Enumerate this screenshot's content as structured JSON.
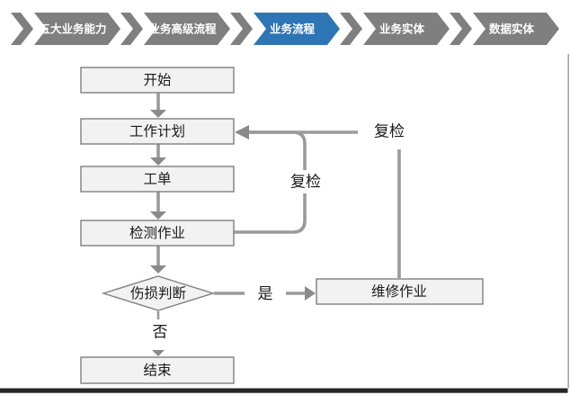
{
  "breadcrumb": {
    "items": [
      {
        "label": "五大业务能力",
        "active": false
      },
      {
        "label": "业务高级流程",
        "active": false
      },
      {
        "label": "业务流程",
        "active": true
      },
      {
        "label": "业务实体",
        "active": false
      },
      {
        "label": "数据实体",
        "active": false
      }
    ]
  },
  "flow": {
    "nodes": [
      {
        "id": "start",
        "label": "开始",
        "shape": "rect"
      },
      {
        "id": "work-plan",
        "label": "工作计划",
        "shape": "rect"
      },
      {
        "id": "work-order",
        "label": "工单",
        "shape": "rect"
      },
      {
        "id": "inspection",
        "label": "检测作业",
        "shape": "rect"
      },
      {
        "id": "damage-judge",
        "label": "伤损判断",
        "shape": "diamond"
      },
      {
        "id": "end",
        "label": "结束",
        "shape": "rect"
      },
      {
        "id": "repair",
        "label": "维修作业",
        "shape": "rect"
      }
    ],
    "labels": {
      "recheck_inner": "复检",
      "recheck_right": "复检",
      "yes": "是",
      "no": "否"
    }
  },
  "colors": {
    "chevron_gray": "#7f7f7f",
    "chevron_active": "#2e75b6",
    "chevron_text": "#ffffff",
    "box_fill": "#f2f2f2",
    "box_border": "#7f7f7f",
    "connector": "#9a9a9a",
    "arrowhead": "#8a8a8a",
    "node_text": "#1a1a1a",
    "bottom_bar": "#262626"
  }
}
